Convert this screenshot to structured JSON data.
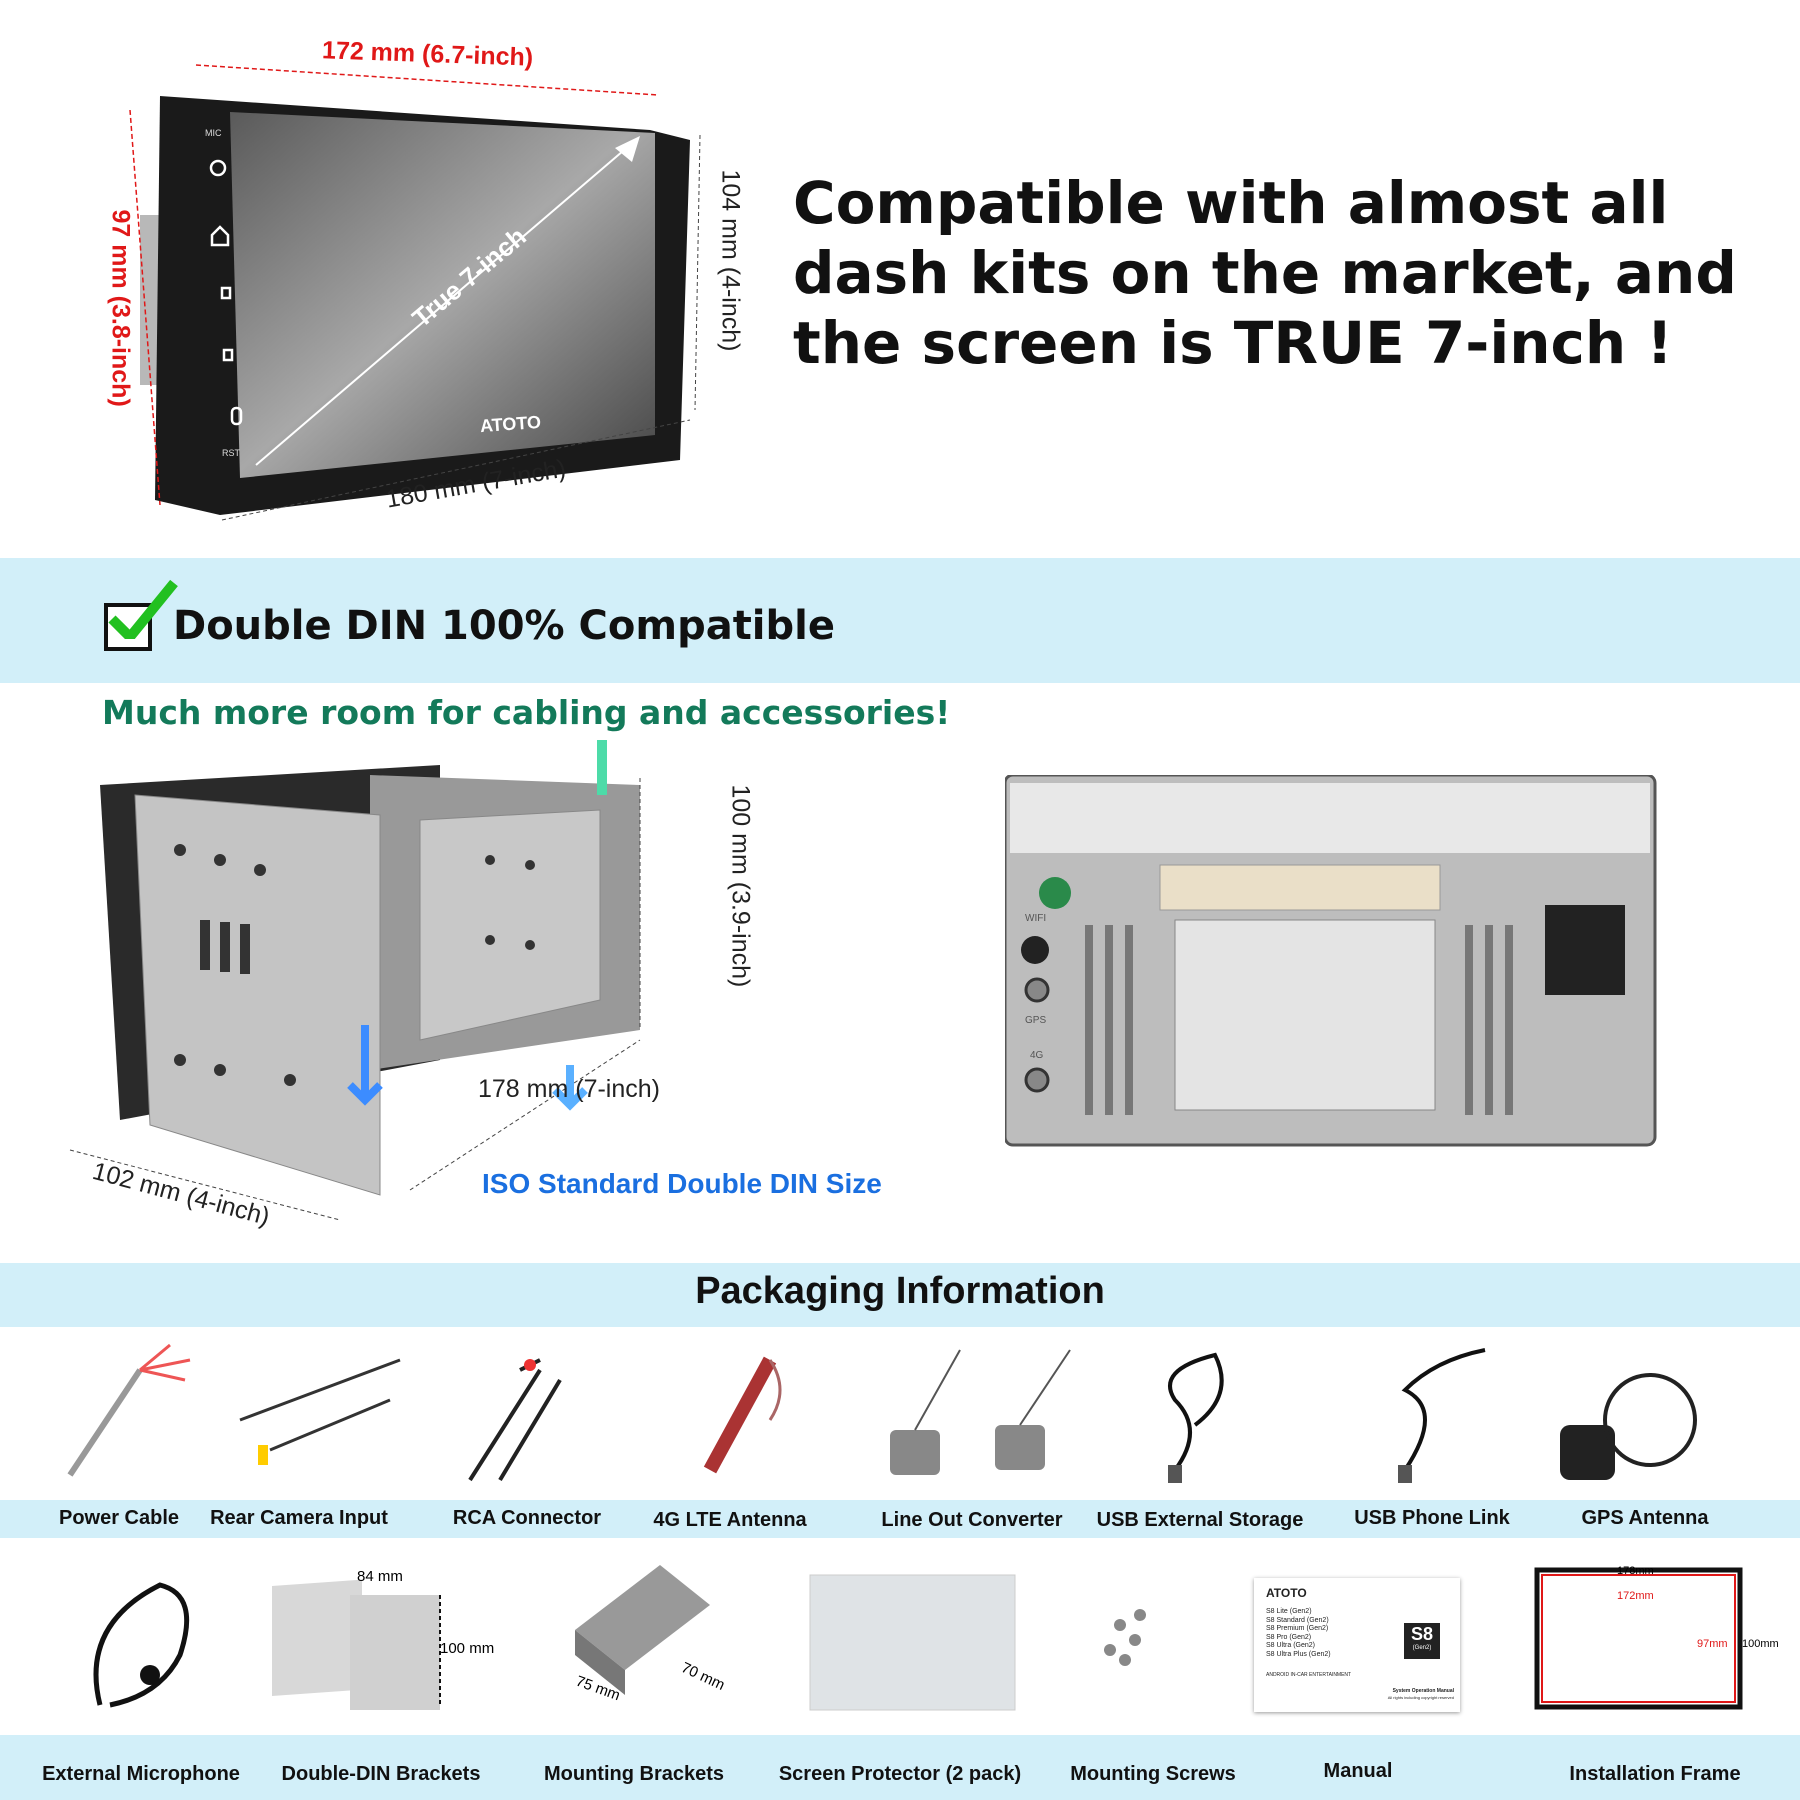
{
  "top": {
    "dim_width_front": "172 mm (6.7-inch)",
    "dim_height_front": "97 mm (3.8-inch)",
    "dim_height_back": "104 mm (4-inch)",
    "dim_width_back": "180 mm (7-inch)",
    "screen_label": "True 7-inch",
    "brand": "ATOTO",
    "button_labels": {
      "mic": "MIC",
      "rst": "RST"
    },
    "headline": "Compatible with almost all dash kits on the market, and the screen is TRUE 7-inch !"
  },
  "din": {
    "title": "Double DIN 100% Compatible",
    "subtitle": "Much more room for cabling and accessories!",
    "dim_height": "100 mm (3.9-inch)",
    "dim_width": "178 mm (7-inch)",
    "dim_depth": "102 mm (4-inch)",
    "iso_label": "ISO Standard Double DIN Size",
    "rear_labels": {
      "wifi": "WIFI",
      "gps": "GPS",
      "lte": "4G"
    }
  },
  "packaging": {
    "title": "Packaging Information",
    "row1": [
      {
        "label": "Power Cable"
      },
      {
        "label": "Rear Camera Input"
      },
      {
        "label": "RCA Connector"
      },
      {
        "label": "4G LTE Antenna"
      },
      {
        "label": "Line Out Converter"
      },
      {
        "label": "USB External Storage"
      },
      {
        "label": "USB Phone Link"
      },
      {
        "label": "GPS Antenna"
      }
    ],
    "row2": [
      {
        "label": "External Microphone"
      },
      {
        "label": "Double-DIN Brackets"
      },
      {
        "label": "Mounting Brackets"
      },
      {
        "label": "Screen Protector (2 pack)"
      },
      {
        "label": "Mounting Screws"
      },
      {
        "label": "Manual"
      },
      {
        "label": "Installation Frame"
      }
    ],
    "din_bracket_dims": {
      "width": "84 mm",
      "height": "100 mm"
    },
    "mount_bracket_dims": {
      "a": "75 mm",
      "b": "70 mm"
    },
    "manual": {
      "brand": "ATOTO",
      "models": [
        "S8 Lite (Gen2)",
        "S8 Standard (Gen2)",
        "S8 Premium (Gen2)",
        "S8 Pro (Gen2)",
        "S8 Ultra (Gen2)",
        "S8 Ultra Plus (Gen2)"
      ],
      "badge": "S8",
      "badge_sub": "(Gen2)",
      "category": "ANDROID IN-CAR ENTERTAINMENT",
      "doc_title": "System Operation Manual",
      "rights": "All rights including copyright reserved"
    },
    "frame_dims": {
      "outer_w": "178mm",
      "inner_w": "172mm",
      "inner_h": "97mm",
      "outer_h": "100mm"
    }
  },
  "colors": {
    "band": "#d2eff9",
    "dim_red": "#e01818",
    "subtitle_green": "#137a5a",
    "iso_blue": "#1a6fe0"
  }
}
